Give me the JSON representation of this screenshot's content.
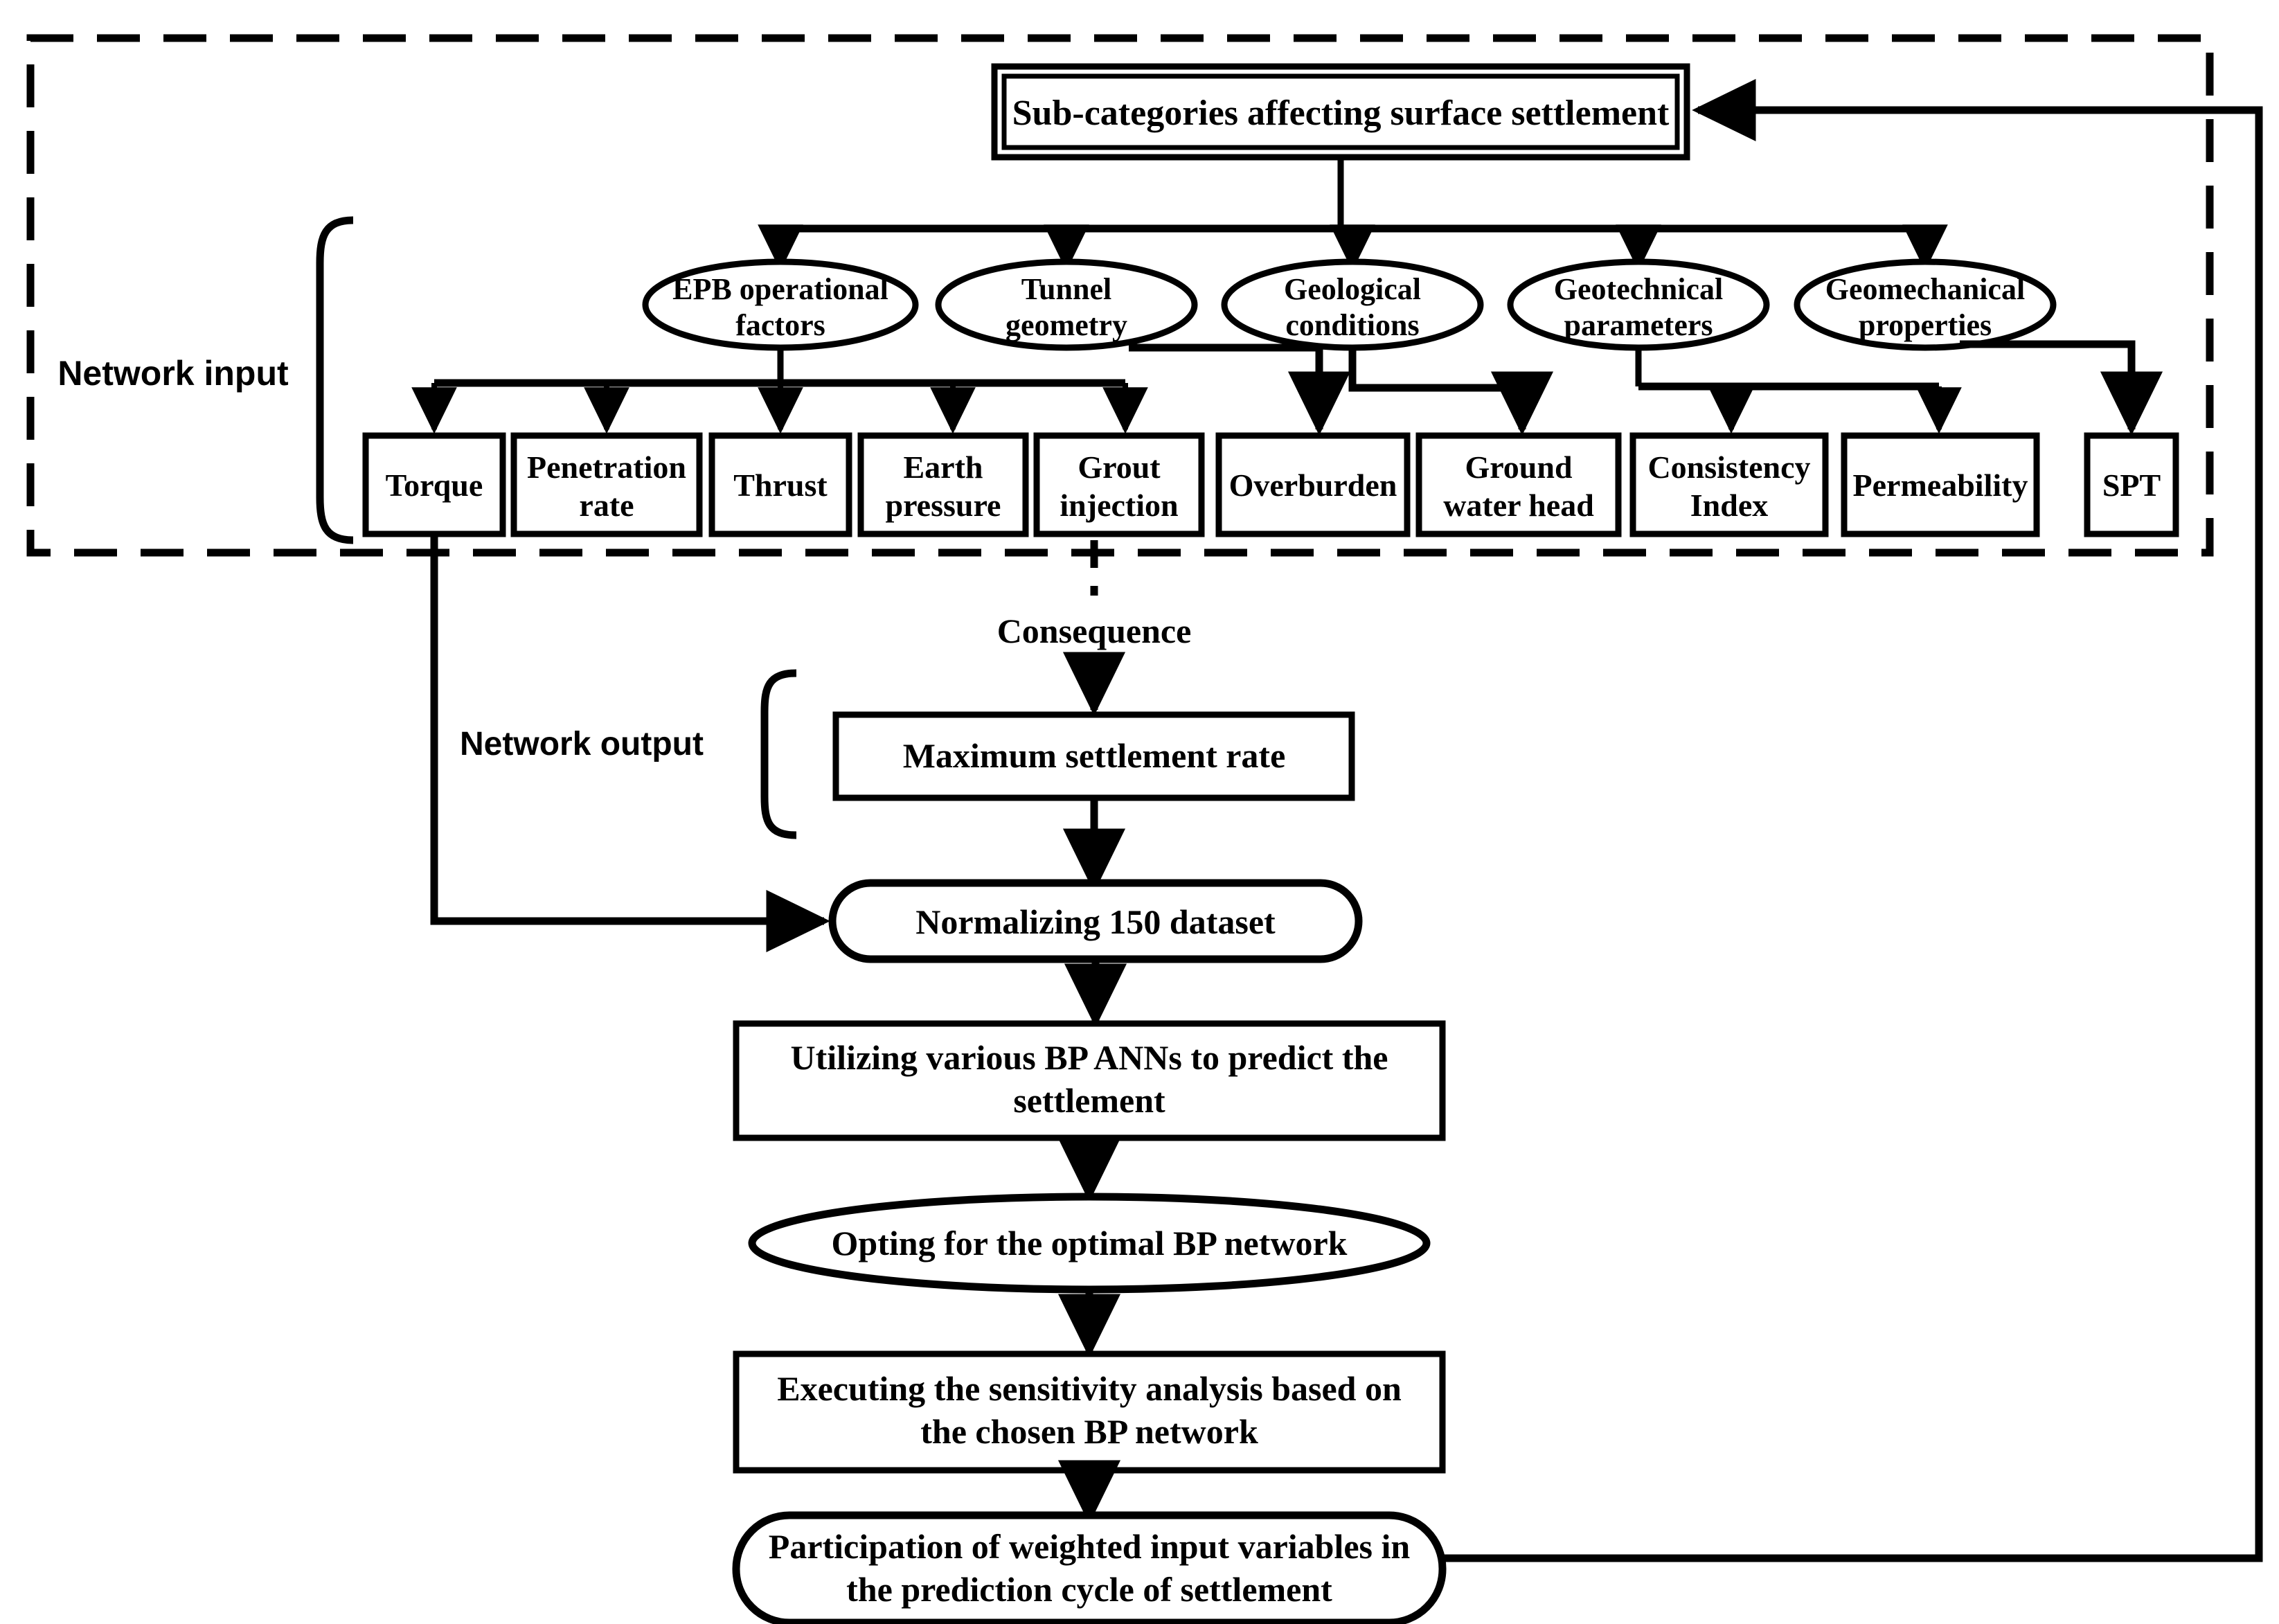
{
  "diagram": {
    "title_box": {
      "label": "Sub-categories affecting surface settlement"
    },
    "region_labels": {
      "network_input": "Network input",
      "network_output": "Network output",
      "consequence": "Consequence"
    },
    "categories": [
      {
        "id": "epb",
        "line1": "EPB operational",
        "line2": "factors"
      },
      {
        "id": "tun",
        "line1": "Tunnel",
        "line2": "geometry"
      },
      {
        "id": "geol",
        "line1": "Geological",
        "line2": "conditions"
      },
      {
        "id": "geot",
        "line1": "Geotechnical",
        "line2": "parameters"
      },
      {
        "id": "geom",
        "line1": "Geomechanical",
        "line2": "properties"
      }
    ],
    "inputs": [
      {
        "id": "torque",
        "line1": "Torque",
        "line2": ""
      },
      {
        "id": "pen",
        "line1": "Penetration",
        "line2": "rate"
      },
      {
        "id": "thrust",
        "line1": "Thrust",
        "line2": ""
      },
      {
        "id": "earth",
        "line1": "Earth",
        "line2": "pressure"
      },
      {
        "id": "grout",
        "line1": "Grout",
        "line2": "injection"
      },
      {
        "id": "overb",
        "line1": "Overburden",
        "line2": ""
      },
      {
        "id": "gwh",
        "line1": "Ground",
        "line2": "water head"
      },
      {
        "id": "consist",
        "line1": "Consistency",
        "line2": "Index"
      },
      {
        "id": "perm",
        "line1": "Permeability",
        "line2": ""
      },
      {
        "id": "spt",
        "line1": "SPT",
        "line2": ""
      }
    ],
    "process": [
      {
        "id": "maxsettle",
        "shape": "rect",
        "line1": "Maximum settlement rate",
        "line2": ""
      },
      {
        "id": "normalize",
        "shape": "stadium",
        "line1": "Normalizing 150 dataset",
        "line2": ""
      },
      {
        "id": "bpanns",
        "shape": "rect",
        "line1": "Utilizing various BP ANNs to predict the",
        "line2": "settlement"
      },
      {
        "id": "optbp",
        "shape": "ellipse",
        "line1": "Opting for the optimal BP network",
        "line2": ""
      },
      {
        "id": "sensit",
        "shape": "rect",
        "line1": "Executing the sensitivity analysis based on",
        "line2": "the chosen BP network"
      },
      {
        "id": "particip",
        "shape": "stadium",
        "line1": "Participation of weighted input variables in",
        "line2": "the prediction cycle of settlement"
      }
    ],
    "colors": {
      "ink": "#000000",
      "paper": "#ffffff"
    }
  }
}
